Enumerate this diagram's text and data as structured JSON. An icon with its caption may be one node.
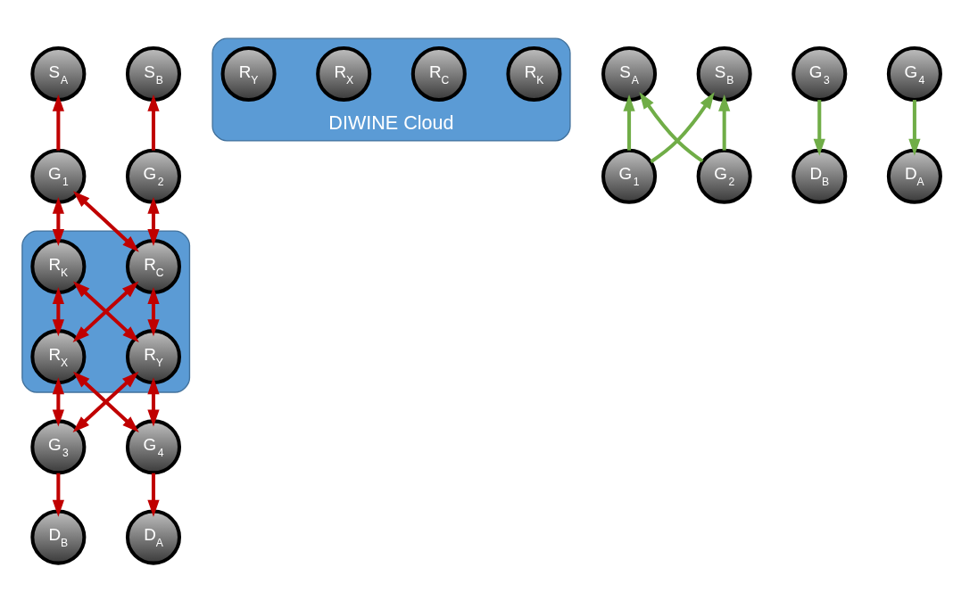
{
  "diagram": {
    "nodes": [
      {
        "text": [],
        "shape": "cloud"
      },
      {
        "text": [
          "S$_{A}$"
        ]
      },
      {
        "text": [
          "S$_{B}$"
        ]
      },
      {
        "text": [
          "G$_{1}$"
        ]
      },
      {
        "text": [
          "G$_{2}$"
        ]
      },
      {
        "text": [
          "R$_{K}$"
        ],
        "in": 0
      },
      {
        "text": [
          "R$_{C}$"
        ],
        "in": 0
      },
      {
        "text": [
          "R$_{X}$"
        ],
        "in": 0
      },
      {
        "text": [
          "R$_{Y}$"
        ],
        "in": 0
      },
      {
        "text": [
          "G$_{3}$"
        ]
      },
      {
        "text": [
          "G$_{4}$"
        ]
      },
      {
        "text": [
          "D$_{B}$"
        ]
      },
      {
        "text": [
          "D$_{A}$"
        ]
      },
      {
        "text": [
          "DIWINE Cloud"
        ]
      },
      {
        "text": [
          "S$_{A}$"
        ]
      },
      {
        "text": [
          "S$_{B}$"
        ]
      },
      {
        "text": [
          "G$_{1}$"
        ]
      },
      {
        "text": [
          "G$_{2}$"
        ]
      },
      {
        "text": [
          "R$_{K}$"
        ],
        "in": 13
      },
      {
        "text": [
          "R$_{C}$"
        ],
        "in": 13
      },
      {
        "text": [
          "R$_{X}$"
        ],
        "in": 13
      },
      {
        "text": [
          "R$_{Y}$"
        ],
        "in": 13
      },
      {
        "text": [
          "G$_{3}$"
        ]
      },
      {
        "text": [
          "G$_{4}$"
        ]
      },
      {
        "text": [
          "D$_{B}$"
        ]
      },
      {
        "text": [
          "D$_{A}$"
        ]
      }
    ],
    "edges": [
      {
        "from": 3,
        "to": 1,
        "arrow": "to"
      },
      {
        "from": 4,
        "to": 2,
        "arrow": "to"
      },
      {
        "from": 3,
        "to": 5,
        "arrow": "both"
      },
      {
        "from": 3,
        "to": 6,
        "arrow": "both"
      },
      {
        "from": 4,
        "to": 6,
        "arrow": "both"
      },
      {
        "from": 5,
        "to": 7,
        "arrow": "both"
      },
      {
        "from": 6,
        "to": 8,
        "arrow": "both"
      },
      {
        "from": 5,
        "to": 8,
        "arrow": "both"
      },
      {
        "from": 6,
        "to": 7,
        "arrow": "both"
      },
      {
        "from": 7,
        "to": 9,
        "arrow": "both"
      },
      {
        "from": 8,
        "to": 10,
        "arrow": "both"
      },
      {
        "from": 8,
        "to": 9,
        "arrow": "both"
      },
      {
        "from": 7,
        "to": 10,
        "arrow": "both"
      },
      {
        "from": 9,
        "to": 11,
        "arrow": "to"
      },
      {
        "from": 10,
        "to": 12,
        "arrow": "to"
      },
      {
        "from": 16,
        "to": 14,
        "arrow": "to",
        "color": "#70ad47"
      },
      {
        "from": 16,
        "to": 15,
        "arrow": "to",
        "color": "#70ad47"
      },
      {
        "from": 17,
        "to": 14,
        "arrow": "to",
        "color": "#70ad47"
      },
      {
        "from": 17,
        "to": 15,
        "arrow": "to",
        "color": "#70ad47"
      },
      {
        "from": 22,
        "to": 24,
        "arrow": "to",
        "color": "#70ad47"
      },
      {
        "from": 23,
        "to": 25,
        "arrow": "to",
        "color": "#70ad47"
      }
    ]
  }
}
